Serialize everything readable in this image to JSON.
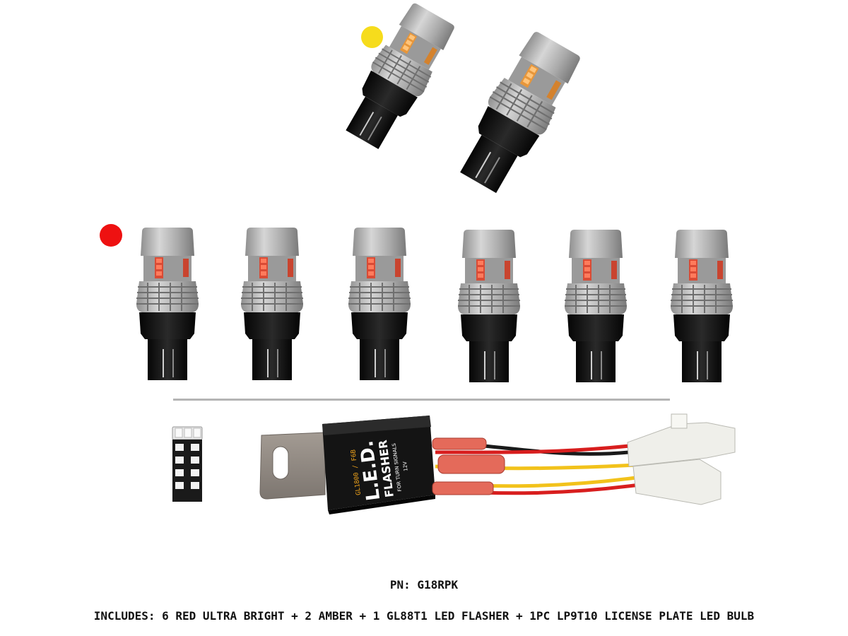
{
  "product": {
    "pn_label": "PN: G18RPK",
    "includes_label": "INCLUDES: 6 RED ULTRA BRIGHT + 2 AMBER + 1 GL88T1 LED FLASHER + 1PC LP9T10 LICENSE PLATE LED BULB"
  },
  "flasher": {
    "brand": "L.E.D.",
    "title": "FLASHER",
    "subtitle": "FOR TURN SIGNALS",
    "model": "GL1800 / F6B",
    "voltage": "12V"
  },
  "colors": {
    "amber_dot": "#f6dc1c",
    "red_dot": "#ee1111",
    "bulb_body": "#b9b9b9",
    "bulb_base": "#111111",
    "wire_red": "#d81e1e",
    "wire_yellow": "#f2c21b",
    "wire_black": "#1a1a1a"
  },
  "items": {
    "amber_bulbs": 2,
    "red_bulbs": 6,
    "license_bulbs": 1,
    "flashers": 1
  }
}
